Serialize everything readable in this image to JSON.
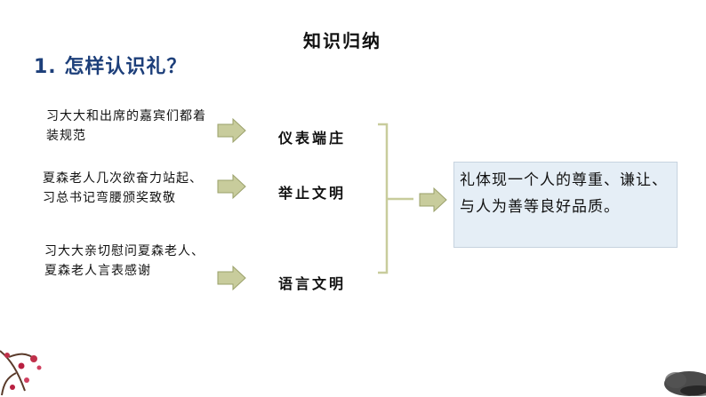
{
  "slide": {
    "title": "知识归纳",
    "question": "1. 怎样认识礼？",
    "examples": [
      "习大大和出席的嘉宾们都着装规范",
      "夏森老人几次欲奋力站起、习总书记弯腰颁奖致敬",
      "习大大亲切慰问夏森老人、夏森老人言表感谢"
    ],
    "virtues": [
      "仪表端庄",
      "举止文明",
      "语言文明"
    ],
    "conclusion": "礼体现一个人的尊重、谦让、与人为善等良好品质。"
  },
  "colors": {
    "arrow_fill": "#c8cc9c",
    "arrow_stroke": "#9aa06a",
    "bracket": "#c8cc9c",
    "question_text": "#1d3f7a",
    "conclusion_bg": "#e5eef6"
  },
  "decorations": [
    "plum-blossom-branch",
    "ink-wash-stone"
  ]
}
